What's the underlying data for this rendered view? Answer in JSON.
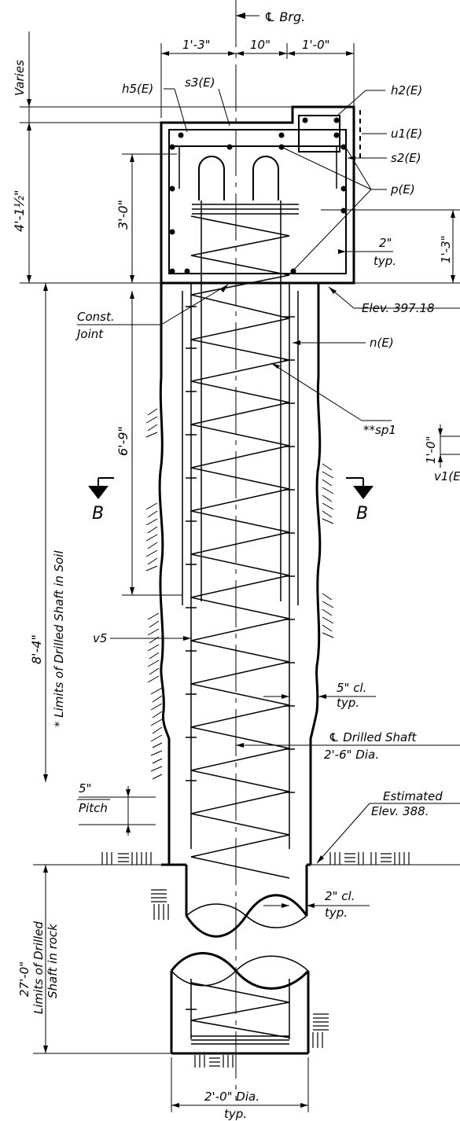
{
  "labels": {
    "cl_brg": "℄ Brg.",
    "dim_1_3": "1'-3\"",
    "dim_10": "10\"",
    "dim_1_0_top": "1'-0\"",
    "varies": "Varies",
    "h5": "h5(E)",
    "s3": "s3(E)",
    "h2": "h2(E)",
    "u1": "u1(E)",
    "s2": "s2(E)",
    "p": "p(E)",
    "dim_4_1_5": "4'-1½\"",
    "dim_3_0": "3'-0\"",
    "dim_1_3_right": "1'-3\"",
    "two_inch": "2\"",
    "typ_1": "typ.",
    "const": "Const.",
    "joint": "Joint",
    "elev_397": "Elev. 397.18",
    "n": "n(E)",
    "sp1": "**sp1",
    "dim_6_9": "6'-9\"",
    "dim_1_0_right": "1'-0\"",
    "v1": "v1(E",
    "b_left": "B",
    "b_right": "B",
    "soil_limits": "* Limits of Drilled Shaft in Soil",
    "dim_8_4": "8'-4\"",
    "v5": "v5",
    "five_cl": "5\" cl.",
    "typ_2": "typ.",
    "cl_shaft": "℄ Drilled Shaft",
    "dia_2_6": "2'-6\" Dia.",
    "five_inch": "5\"",
    "pitch": "Pitch",
    "estimated": "Estimated",
    "elev_388": "Elev. 388.",
    "two_cl": "2\" cl.",
    "typ_3": "typ.",
    "dim_27_0": "27'-0\"",
    "rock_limits_1": "Limits of Drilled",
    "rock_limits_2": "Shaft in rock",
    "dia_2_0": "2'-0\" Dia.",
    "typ_4": "typ.",
    "title": "SECTION A-A"
  }
}
